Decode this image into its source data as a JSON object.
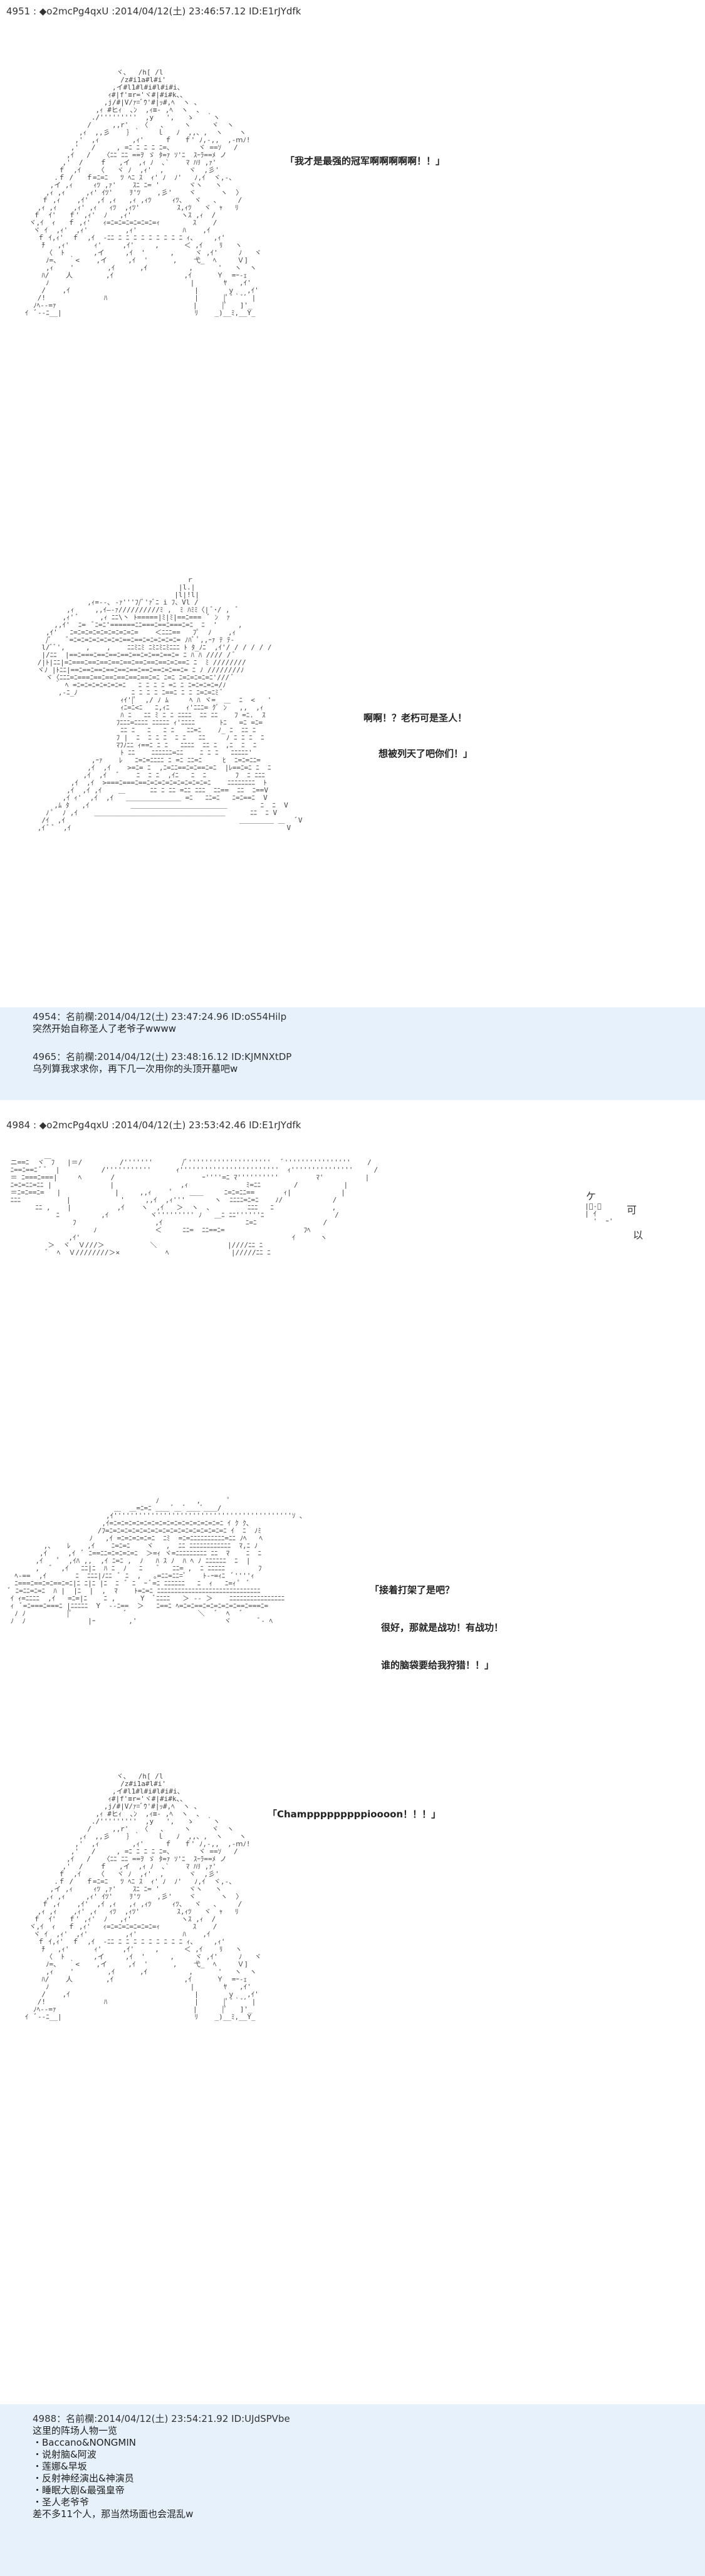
{
  "post1": {
    "header": "4951 : ◆o2mcPg4qxU :2014/04/12(土) 23:46:57.12 ID:E1rJYdfk",
    "speech1": "「我才是最强的冠军啊啊啊啊啊！！」",
    "speech2_line1": "啊啊！？老朽可是圣人！",
    "speech2_line2": "想被列天了吧你们！」"
  },
  "reply1": {
    "meta": "4954：名前欄:2014/04/12(土) 23:47:24.96 ID:oS54Hilp",
    "body": "突然开始自称圣人了老爷子wwww"
  },
  "reply2": {
    "meta": "4965：名前欄:2014/04/12(土) 23:48:16.12 ID:KJMNXtDP",
    "body": "乌列算我求求你，再下几一次用你的头顶开墓吧w"
  },
  "post2": {
    "header": "4984 : ◆o2mcPg4qxU :2014/04/12(土) 23:53:42.46 ID:E1rJYdfk",
    "side_ke": "ケ",
    "side_ka": "可",
    "side_yi": "以",
    "speech3_line1": "「接着打架了是吧？",
    "speech3_line2": "很好，那就是战功！有战功！",
    "speech3_line3": "谁的脑袋要给我狩猎！！」",
    "speech4": "「Champppppppppioooon！！！」"
  },
  "reply3": {
    "meta": "4988：名前欄:2014/04/12(土) 23:54:21.92 ID:UJdSPVbe",
    "line0": "这里的阵场人物一览",
    "items": [
      "・Baccano&NONGMIN",
      "・说射脑&阿波",
      "・莲娜&早坂",
      "・反射神经演出&神演员",
      "・睡眠大剧&最强皇帝",
      "・圣人老爷爷"
    ],
    "closing": "差不多11个人，那当然场面也会混乱w"
  }
}
